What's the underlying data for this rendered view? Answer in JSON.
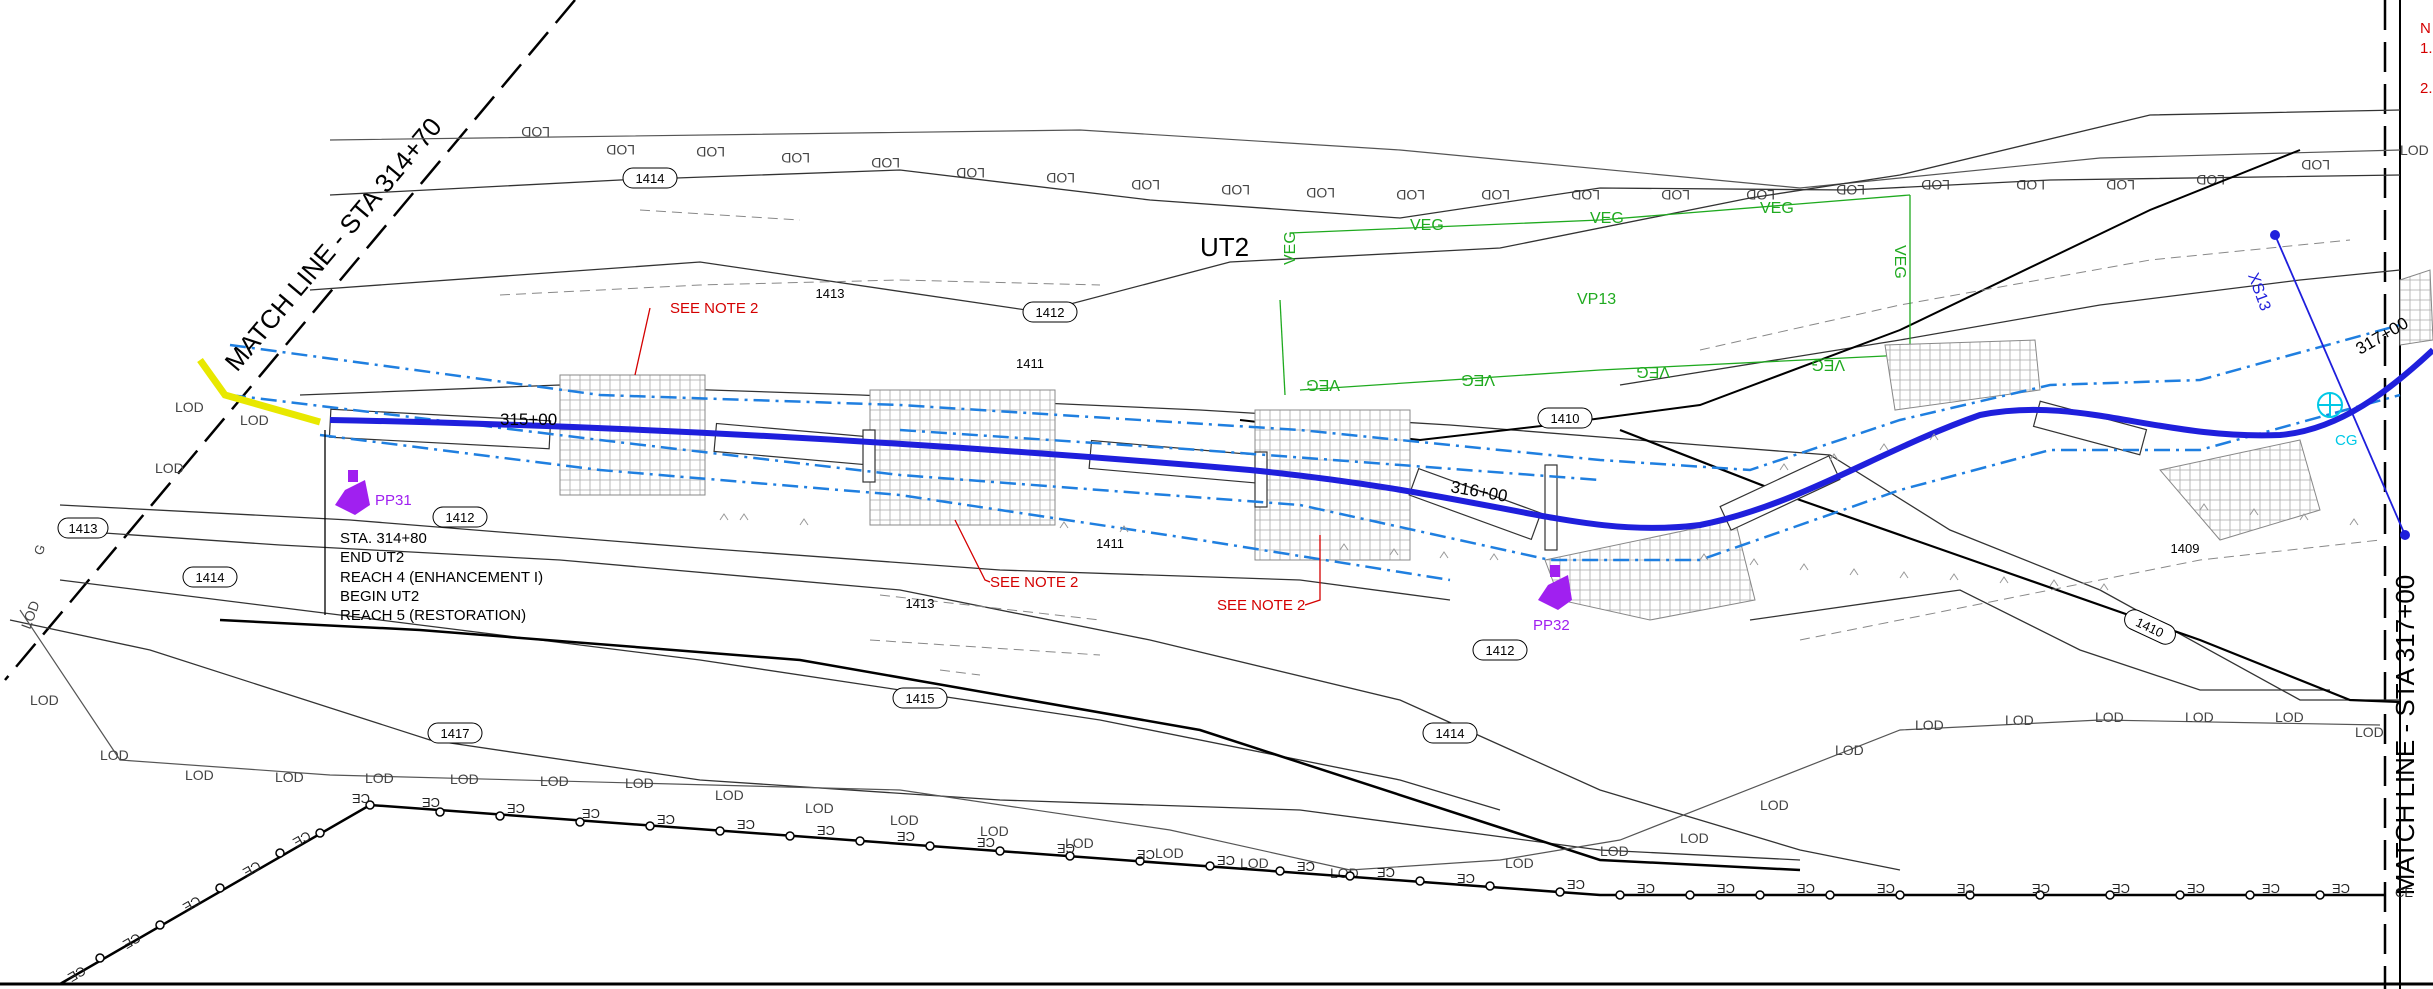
{
  "colors": {
    "stream": "#1f1fdc",
    "banks": "#1f7fe0",
    "notes": "#d40000",
    "vegetation": "#1faa1f",
    "photo_points": "#a020f0",
    "cross_section": "#1f1fdc",
    "control": "#00c8e6",
    "highlight": "#e8e800"
  },
  "match_lines": {
    "left": "MATCH LINE - STA 314+70",
    "right": "MATCH LINE - STA 317+00"
  },
  "stream": {
    "name": "UT2",
    "stations": [
      "315+00",
      "316+00",
      "317+00"
    ]
  },
  "labels": {
    "lod": "LOD",
    "ce": "CE",
    "veg": "VEG",
    "vp": "VP13",
    "see_note": "SEE NOTE 2",
    "cg": "CG",
    "xs": "XS13",
    "g_mark": "G",
    "note_head": "N",
    "note_1": "1.",
    "note_2": "2."
  },
  "photo_points": [
    "PP31",
    "PP32"
  ],
  "contours": [
    "1409",
    "1410",
    "1411",
    "1412",
    "1413",
    "1414",
    "1415",
    "1417"
  ],
  "callout": {
    "lines": [
      "STA. 314+80",
      "END UT2",
      "REACH 4 (ENHANCEMENT I)",
      "BEGIN UT2",
      "REACH 5 (RESTORATION)"
    ]
  }
}
